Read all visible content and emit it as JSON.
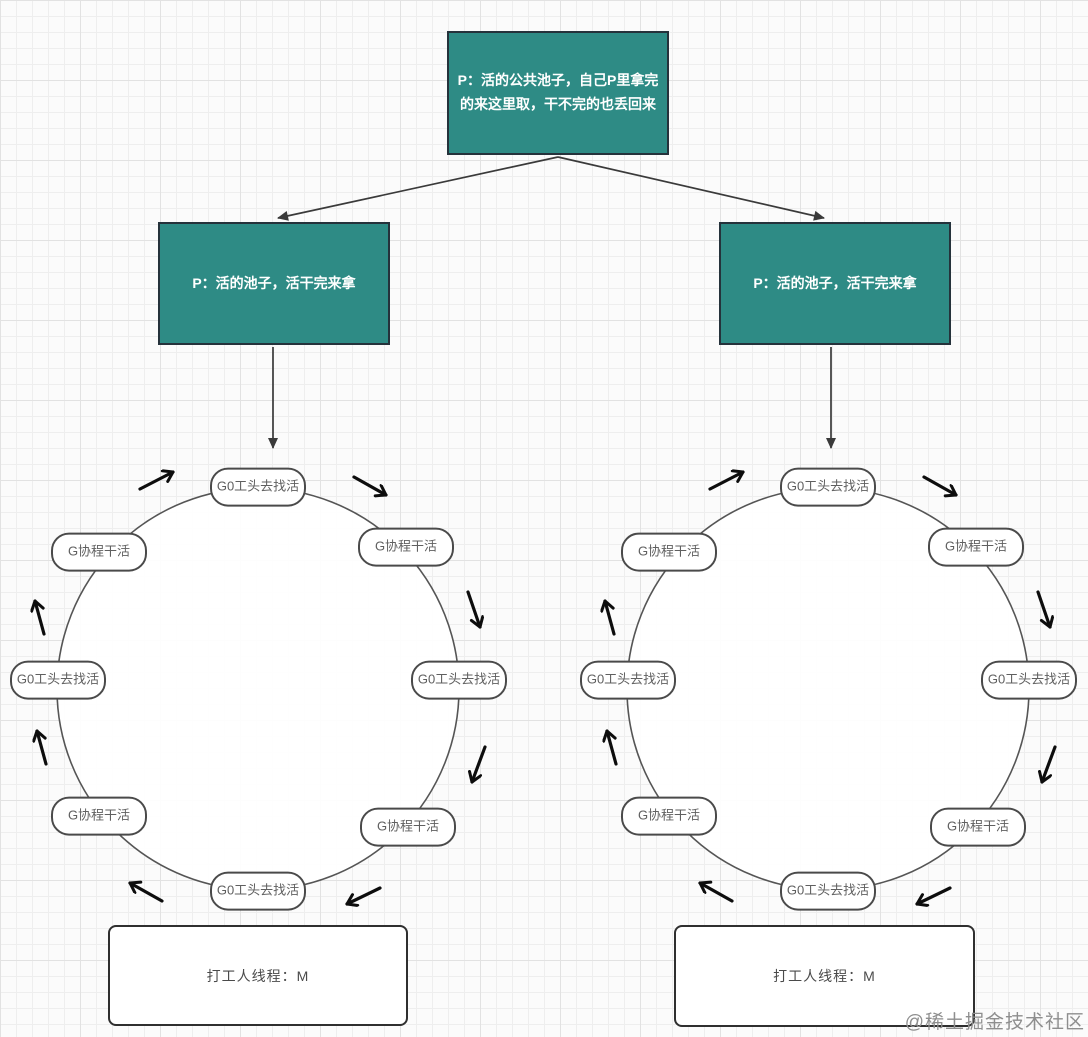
{
  "watermark": "@稀土掘金技术社区",
  "colors": {
    "pool_box_fill": "#2e8b85",
    "pool_box_border": "#25323b",
    "pool_box_text": "#ffffff",
    "node_border": "#4a4a4a",
    "node_text": "#5f5f5f",
    "connector": "#3a3a3a",
    "rotation_arrow": "#0d0d0d",
    "grid_line_minor": "#eeeeee",
    "grid_line_major": "#e2e2e2"
  },
  "diagram": {
    "global_pool_box": {
      "label": "P：活的公共池子，自己P里拿完的来这里取，干不完的也丢回来"
    },
    "local_pool_boxes": [
      {
        "label": "P：活的池子，活干完来拿"
      },
      {
        "label": "P：活的池子，活干完来拿"
      }
    ],
    "cycles": [
      {
        "nodes": [
          "G0工头去找活",
          "G协程干活",
          "G0工头去找活",
          "G协程干活",
          "G0工头去找活",
          "G协程干活",
          "G0工头去找活",
          "G协程干活"
        ]
      },
      {
        "nodes": [
          "G0工头去找活",
          "G协程干活",
          "G0工头去找活",
          "G协程干活",
          "G0工头去找活",
          "G协程干活",
          "G0工头去找活",
          "G协程干活"
        ]
      }
    ],
    "thread_boxes": [
      {
        "label": "打工人线程：M"
      },
      {
        "label": "打工人线程：M"
      }
    ]
  }
}
